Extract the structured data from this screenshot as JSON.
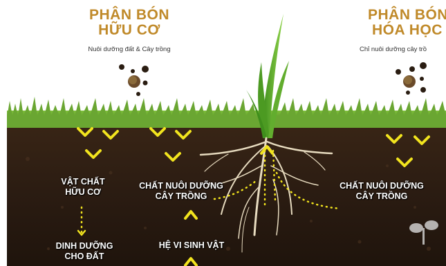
{
  "left": {
    "title_line1": "PHÂN BÓN",
    "title_line2": "HỮU CƠ",
    "subtitle": "Nuôi dưỡng đất & Cây trồng"
  },
  "right": {
    "title_line1": "PHÂN BÓN",
    "title_line2": "HÓA HỌC",
    "subtitle": "Chỉ nuôi dưỡng cây trồ"
  },
  "labels": {
    "organic_matter_line1": "VẬT CHẤT",
    "organic_matter_line2": "HỮU CƠ",
    "nutrition_left_line1": "CHẤT NUÔI DƯỠNG",
    "nutrition_left_line2": "CÂY TRỒNG",
    "nutrition_right_line1": "CHẤT NUÔI DƯỠNG",
    "nutrition_right_line2": "CÂY TRỒNG",
    "soil_nutrition_line1": "DINH DƯỠNG",
    "soil_nutrition_line2": "CHO ĐẤT",
    "microorganisms": "HỆ VI SINH VẬT"
  },
  "colors": {
    "title": "#c08a2a",
    "arrow": "#f2e41e",
    "soil": "#2b1c12",
    "grass": "#5b9a2c"
  },
  "icons": [
    "fertilizer-granules-icon",
    "seedling-icon",
    "root-icon",
    "arrow-down-icon",
    "arrow-up-icon"
  ]
}
